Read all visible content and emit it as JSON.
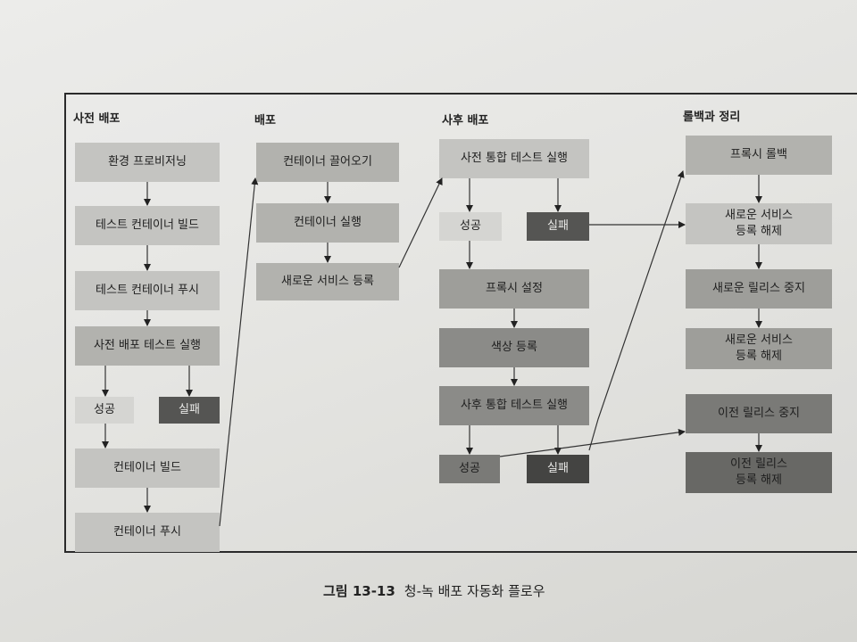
{
  "sections": {
    "pre_deploy": "사전 배포",
    "deploy": "배포",
    "post_deploy": "사후 배포",
    "rollback": "롤백과 정리"
  },
  "pre": {
    "provision": "환경 프로비저닝",
    "build_test": "테스트 컨테이너 빌드",
    "push_test": "테스트 컨테이너 푸시",
    "run_pre_tests": "사전 배포 테스트 실행",
    "success": "성공",
    "fail": "실패",
    "build": "컨테이너 빌드",
    "push": "컨테이너 푸시"
  },
  "deploy": {
    "pull": "컨테이너 끌어오기",
    "run": "컨테이너 실행",
    "register": "새로운 서비스 등록"
  },
  "post": {
    "run_pre_integration": "사전 통합 테스트 실행",
    "success1": "성공",
    "fail1": "실패",
    "proxy": "프록시 설정",
    "color": "색상 등록",
    "run_post_integration": "사후 통합 테스트 실행",
    "success2": "성공",
    "fail2": "실패"
  },
  "rollback": {
    "proxy_rollback": "프록시 롤백",
    "deregister1_a": "새로운 서비스",
    "deregister1_b": "등록 해제",
    "stop_new": "새로운 릴리스 중지",
    "deregister2_a": "새로운 서비스",
    "deregister2_b": "등록 해제",
    "stop_old": "이전 릴리스 중지",
    "deregister_old_a": "이전 릴리스",
    "deregister_old_b": "등록 해제"
  },
  "caption": {
    "label": "그림 13-13",
    "text": "청-녹 배포 자동화 플로우"
  }
}
